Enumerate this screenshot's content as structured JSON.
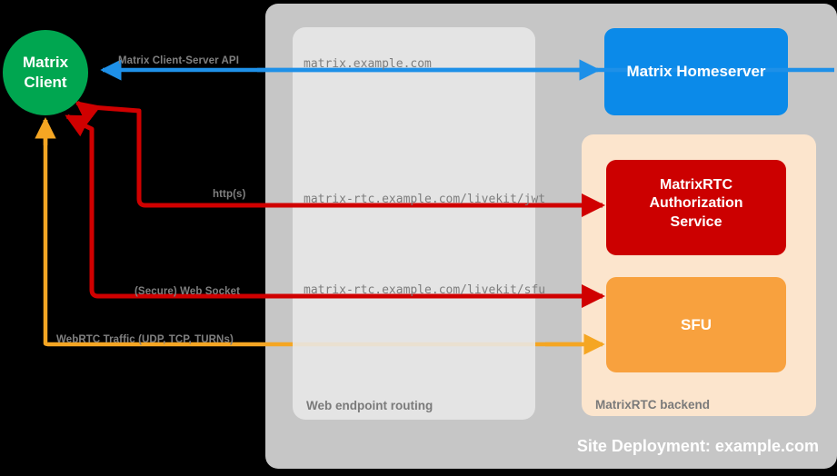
{
  "diagram": {
    "site_title": "Site Deployment: example.com",
    "client_node": {
      "label": "Matrix\nClient",
      "color": "#00a650"
    },
    "containers": [
      {
        "name": "site-deployment",
        "caption": "",
        "color": "#c6c6c6"
      },
      {
        "name": "web-endpoint-routing",
        "caption": "Web endpoint routing",
        "color": "#e6e6e6"
      },
      {
        "name": "matrixrtc-backend",
        "caption": "MatrixRTC backend",
        "color": "#fce5cd"
      }
    ],
    "services": [
      {
        "id": "homeserver",
        "label": "Matrix Homeserver",
        "color": "#0b8ae9",
        "font_size": 17
      },
      {
        "id": "auth-service",
        "label": "MatrixRTC\nAuthorization\nService",
        "color": "#cc0000",
        "font_size": 16
      },
      {
        "id": "sfu",
        "label": "SFU",
        "color": "#f8a13e",
        "font_size": 17
      }
    ],
    "endpoints": [
      {
        "id": "endpoint-homeserver",
        "text": "matrix.example.com"
      },
      {
        "id": "endpoint-jwt",
        "text": "matrix-rtc.example.com/livekit/jwt"
      },
      {
        "id": "endpoint-sfu",
        "text": "matrix-rtc.example.com/livekit/sfu"
      }
    ],
    "connections": [
      {
        "id": "matrix-client-server-api",
        "label": "Matrix Client-Server API",
        "color": "#1e90e8"
      },
      {
        "id": "http-s",
        "label": "http(s)",
        "color": "#e00000"
      },
      {
        "id": "secure-web-socket",
        "label": "(Secure) Web Socket",
        "color": "#e00000"
      },
      {
        "id": "webrtc-traffic",
        "label": "WebRTC Traffic (UDP, TCP, TURNs)",
        "color": "#f5a623"
      }
    ]
  }
}
